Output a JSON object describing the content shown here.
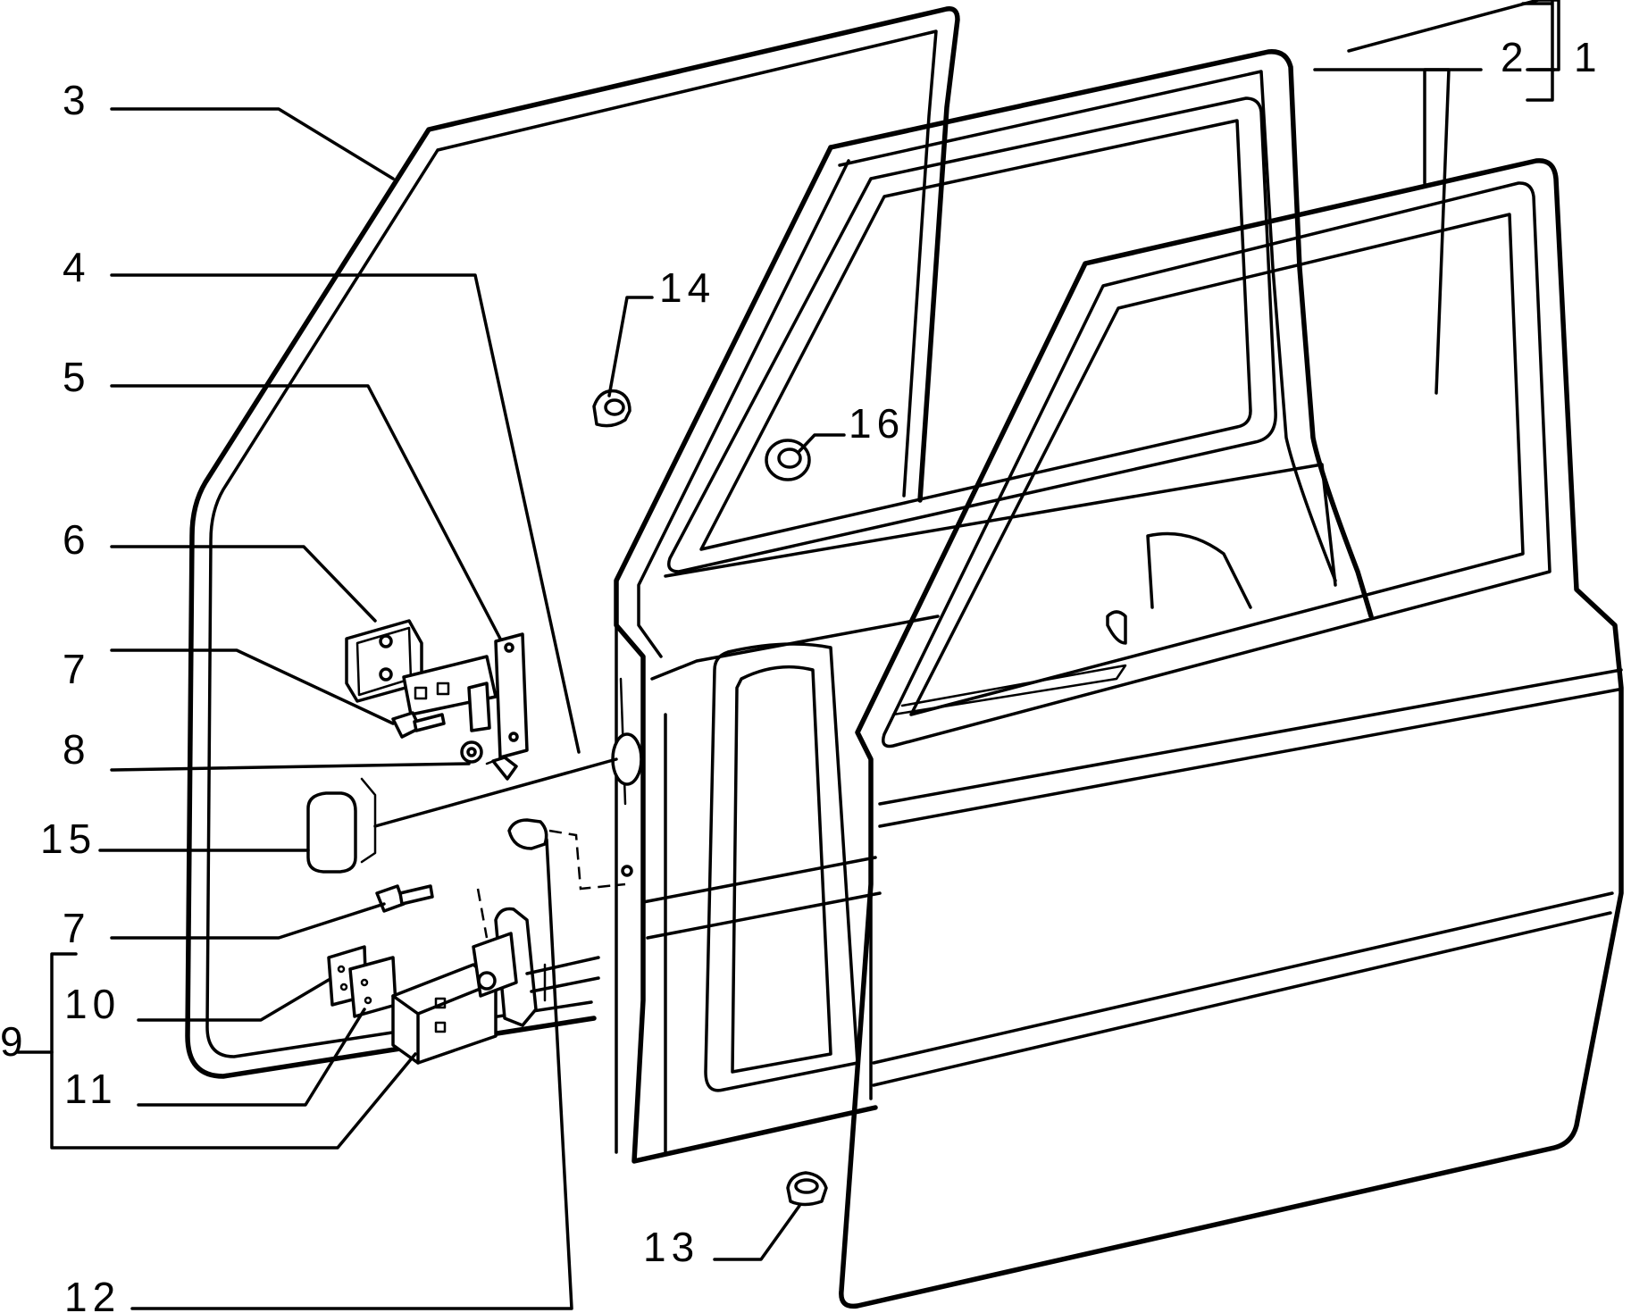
{
  "labels": {
    "l1": "1",
    "l2": "2",
    "l3": "3",
    "l4": "4",
    "l5": "5",
    "l6": "6",
    "l7a": "7",
    "l7b": "7",
    "l8": "8",
    "l9": "9",
    "l10": "10",
    "l11": "11",
    "l12": "12",
    "l13": "13",
    "l14": "14",
    "l15": "15",
    "l16": "16"
  }
}
